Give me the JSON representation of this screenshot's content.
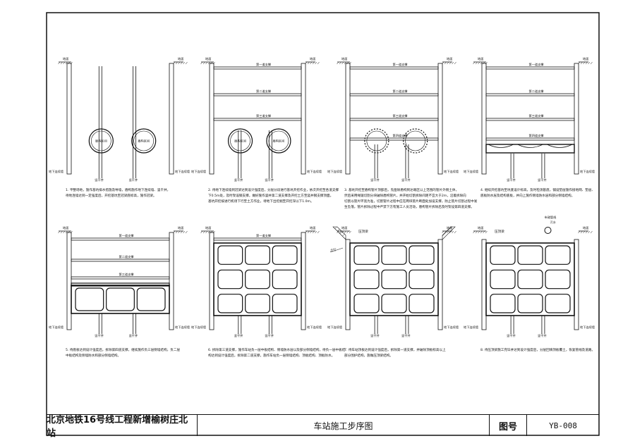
{
  "labels": {
    "ground": "地面",
    "strut1": "第一道支撑",
    "strut2": "第二道支撑",
    "strut3": "第三道支撑",
    "strut4": "第四道支撑",
    "wall": "地下连续墙",
    "shaft": "竖干井",
    "tunnel": "盾构区间",
    "crown": "压顶梁",
    "anchor": "土钉",
    "pipe": "市政管线",
    "pipe2": "污水"
  },
  "steps": [
    {
      "lines": [
        "1. 平整场地，施作基坑排水措施及导墙，盾构施作地下连续墙、竖干井，",
        "待地连墙达到一定强度后，开挖基坑至冠梁底标高，施作冠梁。"
      ]
    },
    {
      "lines": [
        "2. 待地下连续墙到冠梁达到设计强度后，分层分段进行基坑开挖作业，依次开挖至各道支撑",
        "下0.5m处，及时架设钢支撑，做好施作竖井第二道支撑及开挖土方至竖井钢支撑顶面。",
        "基坑开挖按进行机场下行至土方作业，待地下出挖掘至开挖深以下1.0m。"
      ]
    },
    {
      "lines": [
        "3. 基坑开挖至盾构管片顶部后，先凿除盾构到达端区以上范围的管片外侧土体，",
        "然后采用绳锯切割分块破除盾构管片，并开始切割拆除间距不宜大于2m，沿着拆除向",
        "切割以管片环宽为准，切割管片过程中应在两块管片断面处加设支撑，防止管片切割过程中发",
        "生坠落，管片拆除过程中严禁下方有施工人员活动，盾构管片拆除后及时架设第四道支撑。"
      ]
    },
    {
      "lines": [
        "4. 继续开挖基坑至坑底设计标高，及时检测基底，铺设垫层施作接地网、垫层、",
        "底板防水层及结构底板，并向上施作侧墙防水层和部分侧墙结构。"
      ]
    },
    {
      "lines": [
        "5. 待底板达到设计强度后，拆除第四道支撑，继续施作负三层侧墙结构，负二层",
        "中板结构及侧墙防水和部分侧墙结构。"
      ]
    },
    {
      "lines": [
        "6. 拆除第三道支撑，施作车站负一层中板结构、侧墙防水层以及部分侧墙结构，待负一层中板结",
        "构达到设计强度后，拆除第二道支撑，施作车站负一层侧墙结构、顶板结构、顶板防水。"
      ]
    },
    {
      "lines": [
        "7. 待车站顶板达到设计强度后，拆除第一道支撑，并破除顶板标高以上",
        "部分围护结构，施做压顶梁结构。"
      ]
    },
    {
      "lines": [
        "8. 待压顶梁施工完毕并达到设计强度后，分层回填顶板覆土，恢复管线及道路。"
      ]
    }
  ],
  "title_block": {
    "project": "北京地铁16号线工程新增榆树庄北站",
    "title": "车站施工步序图",
    "label": "图号",
    "code": "YB-008"
  }
}
